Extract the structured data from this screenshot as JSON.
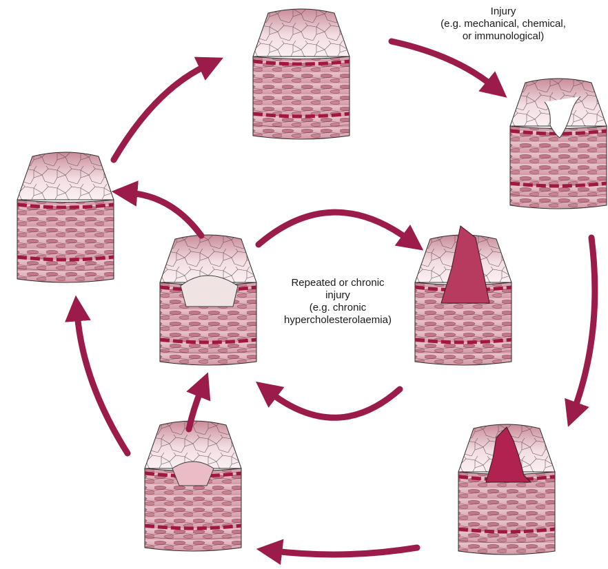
{
  "labels": {
    "injury": {
      "lines": [
        "Injury",
        "(e.g. mechanical, chemical,",
        "or immunological)"
      ]
    },
    "chronic": {
      "lines": [
        "Repeated or chronic",
        "injury",
        "(e.g. chronic",
        "hypercholesterolaemia)"
      ]
    }
  },
  "colors": {
    "arrow": "#9b1c4a",
    "tissue_light": "#f3dde1",
    "tissue_mid": "#d9a5af",
    "tissue_dark": "#a74862",
    "lamina": "#a0173f",
    "outline": "#2a2a2a"
  },
  "panels": [
    {
      "id": "top",
      "state": "normal"
    },
    {
      "id": "upper-right",
      "state": "endothelial-injury"
    },
    {
      "id": "lower-right",
      "state": "thrombus"
    },
    {
      "id": "bottom-left",
      "state": "intimal-proliferation"
    },
    {
      "id": "left",
      "state": "healed"
    },
    {
      "id": "center-left",
      "state": "plaque"
    },
    {
      "id": "center-right",
      "state": "platelet-aggregation"
    }
  ]
}
